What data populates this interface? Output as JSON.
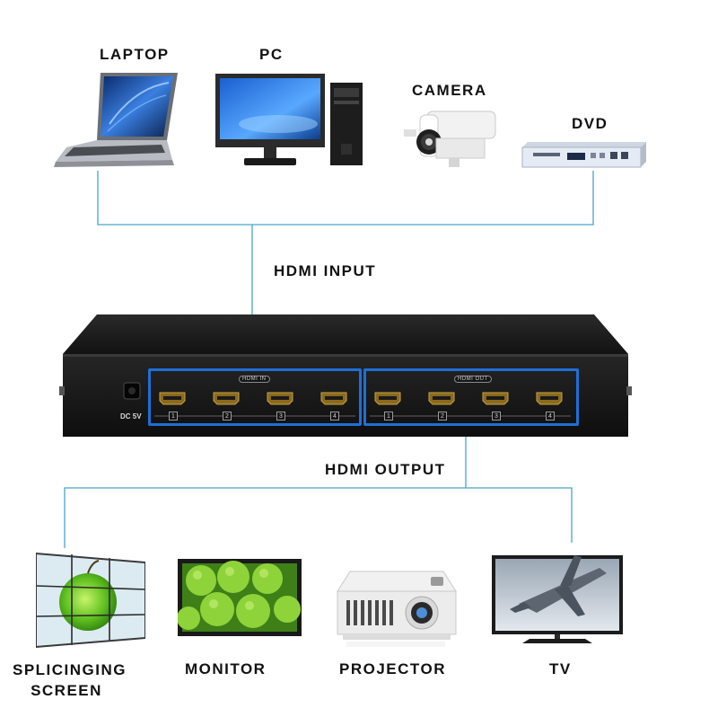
{
  "sources": {
    "laptop": "LAPTOP",
    "pc": "PC",
    "camera": "CAMERA",
    "dvd": "DVD"
  },
  "connections": {
    "input": "HDMI INPUT",
    "output": "HDMI OUTPUT"
  },
  "device": {
    "power_label": "DC 5V",
    "in_group_label": "HDMI IN",
    "out_group_label": "HDMI OUT",
    "in_ports": [
      "1",
      "2",
      "3",
      "4"
    ],
    "out_ports": [
      "1",
      "2",
      "3",
      "4"
    ]
  },
  "displays": {
    "splicing_line1": "SPLICINGING",
    "splicing_line2": "SCREEN",
    "monitor": "MONITOR",
    "projector": "PROJECTOR",
    "tv": "TV"
  },
  "colors": {
    "wire": "#4aa3c8",
    "frame": "#1f6fd6",
    "chassis": "#1b1b1b"
  }
}
